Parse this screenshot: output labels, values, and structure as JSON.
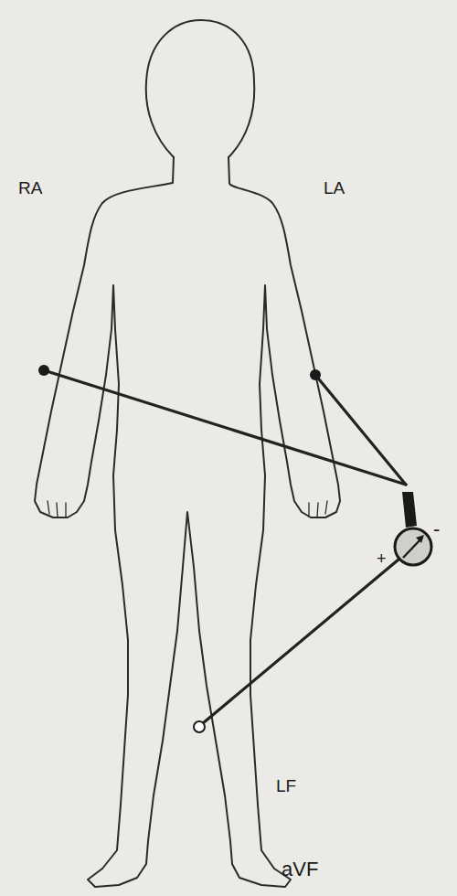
{
  "diagram": {
    "labels": [
      "RA",
      "LA",
      "-",
      "+",
      "LF",
      "aVF"
    ]
  }
}
